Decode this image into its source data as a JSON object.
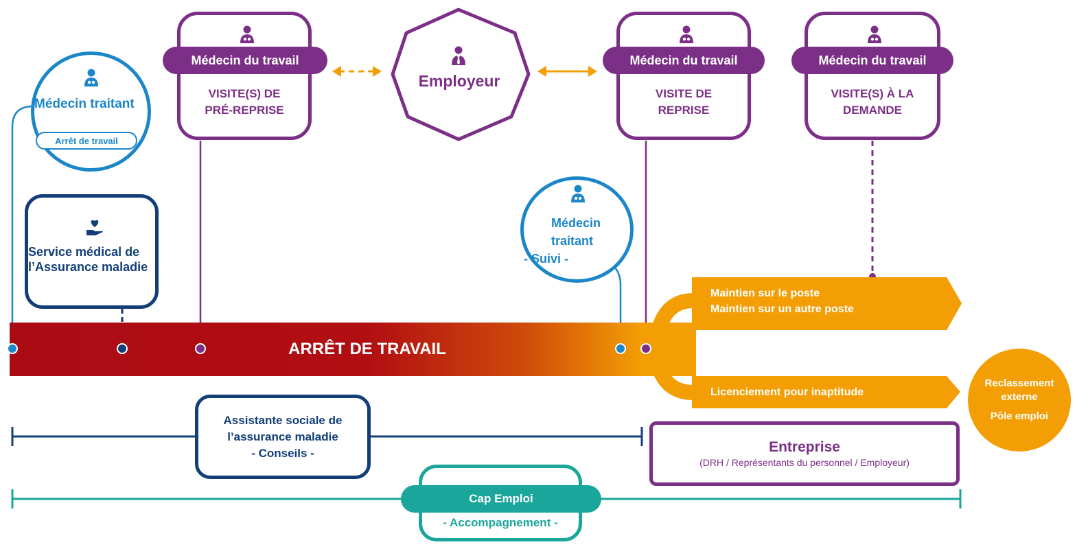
{
  "colors": {
    "blue": "#1b86c8",
    "navy": "#133e78",
    "purple": "#7c2f86",
    "orange": "#f39e05",
    "red": "#aa0b13",
    "teal": "#1aa69a"
  },
  "medecin_traitant_1": {
    "title": "Médecin traitant",
    "badge": "Arrêt de travail",
    "icon": "doctor-icon"
  },
  "service_medical": {
    "text": "Service médical de l’Assurance maladie",
    "icon": "heart-hand-icon"
  },
  "visite_pre_reprise": {
    "pill": "Médecin du travail",
    "text": "VISITE(S) DE PRÉ-REPRISE",
    "icon": "doctor-icon"
  },
  "employeur": {
    "label": "Employeur",
    "icon": "person-suit-icon"
  },
  "visite_reprise": {
    "pill": "Médecin du travail",
    "text": "VISITE DE REPRISE",
    "icon": "doctor-icon"
  },
  "visite_demande": {
    "pill": "Médecin du travail",
    "text": "VISITE(S) À LA DEMANDE",
    "icon": "doctor-icon"
  },
  "medecin_traitant_2": {
    "title": "Médecin traitant",
    "sub": "- Suivi -",
    "icon": "doctor-icon"
  },
  "arret_bar": {
    "label": "ARRÊT DE TRAVAIL"
  },
  "outcomes": {
    "maintien_1": "Maintien sur le poste",
    "maintien_2": "Maintien sur un autre poste",
    "licenciement": "Licenciement pour inaptitude"
  },
  "reclassement": {
    "line1": "Reclassement",
    "line2": "externe",
    "line3": "Pôle emploi"
  },
  "assistante_sociale": {
    "line1": "Assistante sociale de",
    "line2": "l’assurance maladie",
    "line3": "- Conseils -"
  },
  "entreprise": {
    "title": "Entreprise",
    "sub": "(DRH / Représentants du personnel / Employeur)"
  },
  "cap_emploi": {
    "title": "Cap Emploi",
    "sub": "- Accompagnement -"
  }
}
